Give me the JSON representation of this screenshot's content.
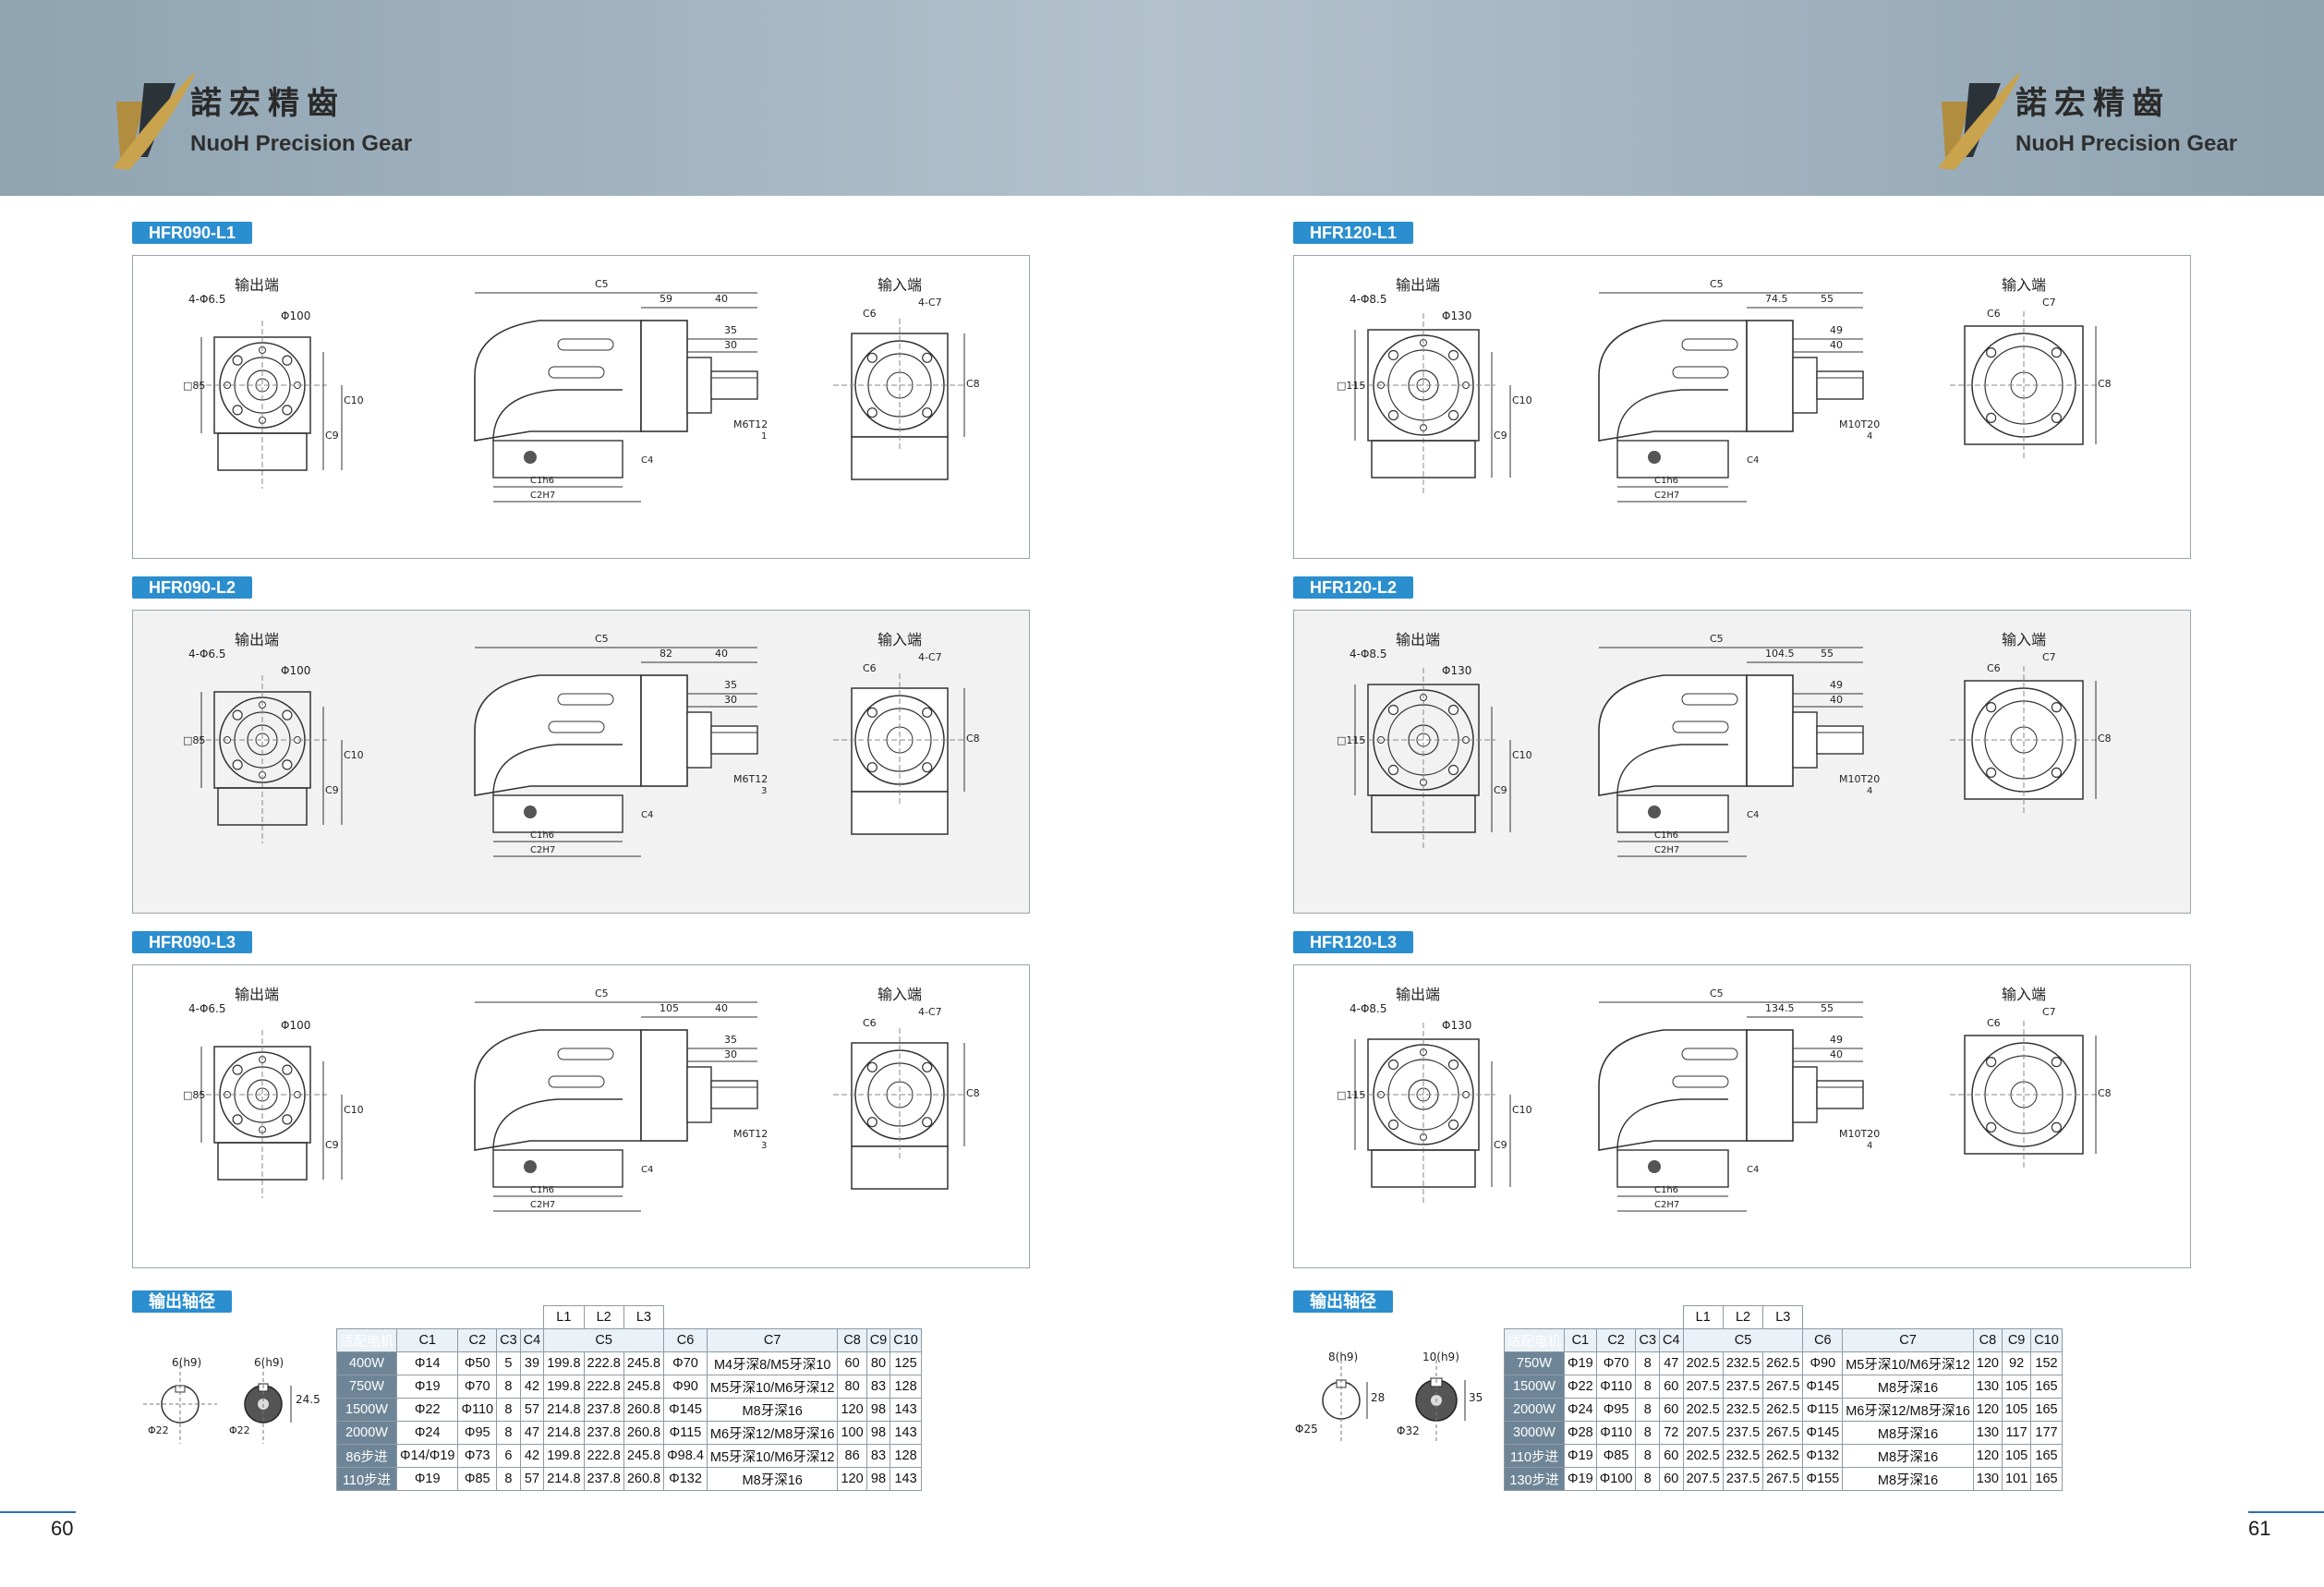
{
  "header": {
    "logo_cn": "諾宏精齒",
    "logo_en": "NuoH Precision Gear"
  },
  "left": {
    "sections": [
      {
        "tag": "HFR090-L1",
        "output_end": "输出端",
        "input_end": "输入端",
        "holes": "4-Φ6.5",
        "pilot": "Φ100",
        "dims": {
          "c5": "C5",
          "a": "59",
          "b": "40",
          "c": "35",
          "d": "30",
          "thread": "M6T12",
          "c4": "C4",
          "c1": "C1h6",
          "c2": "C2H7",
          "c6": "C6",
          "c7": "4-C7",
          "c8": "C8",
          "c9": "C9",
          "c10": "C10",
          "sq": "□85",
          "small": "1"
        }
      },
      {
        "tag": "HFR090-L2",
        "output_end": "输出端",
        "input_end": "输入端",
        "holes": "4-Φ6.5",
        "pilot": "Φ100",
        "dims": {
          "c5": "C5",
          "a": "82",
          "b": "40",
          "c": "35",
          "d": "30",
          "thread": "M6T12",
          "c4": "C4",
          "c1": "C1h6",
          "c2": "C2H7",
          "c6": "C6",
          "c7": "4-C7",
          "c8": "C8",
          "c9": "C9",
          "c10": "C10",
          "sq": "□85",
          "small": "3"
        }
      },
      {
        "tag": "HFR090-L3",
        "output_end": "输出端",
        "input_end": "输入端",
        "holes": "4-Φ6.5",
        "pilot": "Φ100",
        "dims": {
          "c5": "C5",
          "a": "105",
          "b": "40",
          "c": "35",
          "d": "30",
          "thread": "M6T12",
          "c4": "C4",
          "c1": "C1h6",
          "c2": "C2H7",
          "c6": "C6",
          "c7": "4-C7",
          "c8": "C8",
          "c9": "C9",
          "c10": "C10",
          "sq": "□85",
          "small": "3"
        }
      }
    ],
    "shaft_tag": "输出轴径",
    "shaft": {
      "key1": "6(h9)",
      "key2": "6(h9)",
      "d1": "Φ22",
      "d2": "Φ22",
      "h": "24.5"
    },
    "table": {
      "l_headers": [
        "L1",
        "L2",
        "L3"
      ],
      "headers": [
        "适配电机",
        "C1",
        "C2",
        "C3",
        "C4",
        "C5",
        "C6",
        "C7",
        "C8",
        "C9",
        "C10"
      ],
      "rows": [
        [
          "400W",
          "Φ14",
          "Φ50",
          "5",
          "39",
          "199.8",
          "222.8",
          "245.8",
          "Φ70",
          "M4牙深8/M5牙深10",
          "60",
          "80",
          "125"
        ],
        [
          "750W",
          "Φ19",
          "Φ70",
          "8",
          "42",
          "199.8",
          "222.8",
          "245.8",
          "Φ90",
          "M5牙深10/M6牙深12",
          "80",
          "83",
          "128"
        ],
        [
          "1500W",
          "Φ22",
          "Φ110",
          "8",
          "57",
          "214.8",
          "237.8",
          "260.8",
          "Φ145",
          "M8牙深16",
          "120",
          "98",
          "143"
        ],
        [
          "2000W",
          "Φ24",
          "Φ95",
          "8",
          "47",
          "214.8",
          "237.8",
          "260.8",
          "Φ115",
          "M6牙深12/M8牙深16",
          "100",
          "98",
          "143"
        ],
        [
          "86步进",
          "Φ14/Φ19",
          "Φ73",
          "6",
          "42",
          "199.8",
          "222.8",
          "245.8",
          "Φ98.4",
          "M5牙深10/M6牙深12",
          "86",
          "83",
          "128"
        ],
        [
          "110步进",
          "Φ19",
          "Φ85",
          "8",
          "57",
          "214.8",
          "237.8",
          "260.8",
          "Φ132",
          "M8牙深16",
          "120",
          "98",
          "143"
        ]
      ]
    },
    "page_number": "60"
  },
  "right": {
    "sections": [
      {
        "tag": "HFR120-L1",
        "output_end": "输出端",
        "input_end": "输入端",
        "holes": "4-Φ8.5",
        "pilot": "Φ130",
        "dims": {
          "c5": "C5",
          "a": "74.5",
          "b": "55",
          "c": "49",
          "d": "40",
          "thread": "M10T20",
          "c4": "C4",
          "c1": "C1h6",
          "c2": "C2H7",
          "c6": "C6",
          "c7": "C7",
          "c8": "C8",
          "c9": "C9",
          "c10": "C10",
          "sq": "□115",
          "small": "4"
        }
      },
      {
        "tag": "HFR120-L2",
        "output_end": "输出端",
        "input_end": "输入端",
        "holes": "4-Φ8.5",
        "pilot": "Φ130",
        "dims": {
          "c5": "C5",
          "a": "104.5",
          "b": "55",
          "c": "49",
          "d": "40",
          "thread": "M10T20",
          "c4": "C4",
          "c1": "C1h6",
          "c2": "C2H7",
          "c6": "C6",
          "c7": "C7",
          "c8": "C8",
          "c9": "C9",
          "c10": "C10",
          "sq": "□115",
          "small": "4"
        }
      },
      {
        "tag": "HFR120-L3",
        "output_end": "输出端",
        "input_end": "输入端",
        "holes": "4-Φ8.5",
        "pilot": "Φ130",
        "dims": {
          "c5": "C5",
          "a": "134.5",
          "b": "55",
          "c": "49",
          "d": "40",
          "thread": "M10T20",
          "c4": "C4",
          "c1": "C1h6",
          "c2": "C2H7",
          "c6": "C6",
          "c7": "C7",
          "c8": "C8",
          "c9": "C9",
          "c10": "C10",
          "sq": "□115",
          "small": "4"
        }
      }
    ],
    "shaft_tag": "输出轴径",
    "shaft": {
      "key1": "8(h9)",
      "key2": "10(h9)",
      "d1": "Φ25",
      "d2": "Φ32",
      "h1": "28",
      "h2": "35"
    },
    "table": {
      "l_headers": [
        "L1",
        "L2",
        "L3"
      ],
      "headers": [
        "适配电机",
        "C1",
        "C2",
        "C3",
        "C4",
        "C5",
        "C6",
        "C7",
        "C8",
        "C9",
        "C10"
      ],
      "rows": [
        [
          "750W",
          "Φ19",
          "Φ70",
          "8",
          "47",
          "202.5",
          "232.5",
          "262.5",
          "Φ90",
          "M5牙深10/M6牙深12",
          "120",
          "92",
          "152"
        ],
        [
          "1500W",
          "Φ22",
          "Φ110",
          "8",
          "60",
          "207.5",
          "237.5",
          "267.5",
          "Φ145",
          "M8牙深16",
          "130",
          "105",
          "165"
        ],
        [
          "2000W",
          "Φ24",
          "Φ95",
          "8",
          "60",
          "202.5",
          "232.5",
          "262.5",
          "Φ115",
          "M6牙深12/M8牙深16",
          "120",
          "105",
          "165"
        ],
        [
          "3000W",
          "Φ28",
          "Φ110",
          "8",
          "72",
          "207.5",
          "237.5",
          "267.5",
          "Φ145",
          "M8牙深16",
          "130",
          "117",
          "177"
        ],
        [
          "110步进",
          "Φ19",
          "Φ85",
          "8",
          "60",
          "202.5",
          "232.5",
          "262.5",
          "Φ132",
          "M8牙深16",
          "120",
          "105",
          "165"
        ],
        [
          "130步进",
          "Φ19",
          "Φ100",
          "8",
          "60",
          "207.5",
          "237.5",
          "267.5",
          "Φ155",
          "M8牙深16",
          "130",
          "101",
          "165"
        ]
      ]
    },
    "page_number": "61"
  }
}
